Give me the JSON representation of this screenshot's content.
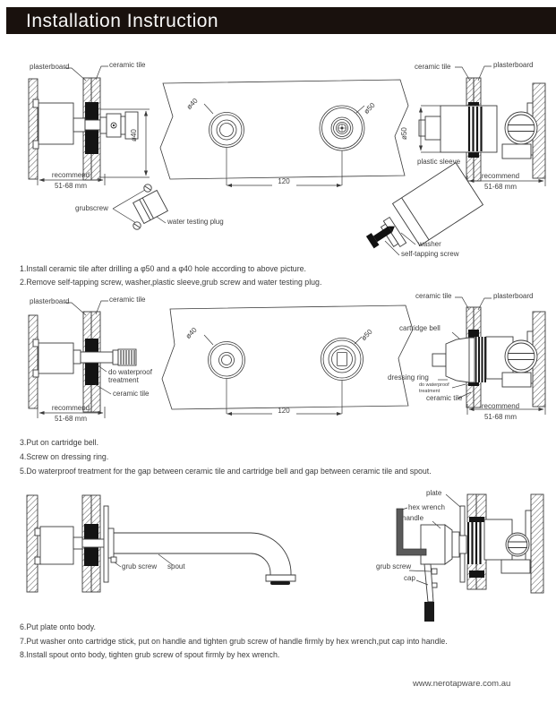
{
  "header": {
    "title": "Installation Instruction"
  },
  "colors": {
    "header_bg": "#19110d",
    "header_text": "#f7f7f7",
    "line": "#3a3a3a",
    "label_text": "#3e3e3e",
    "body_text": "#3b3b3b",
    "waterproof_fill": "#141414"
  },
  "step1": {
    "left": {
      "plasterboard": "plasterboard",
      "ceramic_tile": "ceramic tile",
      "dia40": "ø40",
      "recommend": "recommend",
      "range": "51-68 mm",
      "grubscrew": "grubscrew",
      "water_testing_plug": "water testing plug"
    },
    "panel": {
      "dia40": "ø40",
      "dia50": "ø50",
      "distance": "120"
    },
    "right": {
      "ceramic_tile": "ceramic tile",
      "plasterboard": "plasterboard",
      "dia50": "ø50",
      "plastic_sleeve": "plastic sleeve",
      "recommend": "recommend",
      "range": "51-68 mm",
      "washer": "washer",
      "self_tapping_screw": "self-tapping screw"
    }
  },
  "step2": {
    "left": {
      "plasterboard": "plasterboard",
      "ceramic_tile": "ceramic tile",
      "waterproof1": "do waterproof",
      "waterproof2": "treatment",
      "ceramic_tile2": "ceramic tile",
      "recommend": "recommend",
      "range": "51-68 mm"
    },
    "panel": {
      "dia40": "ø40",
      "dia50": "ø50",
      "distance": "120"
    },
    "right": {
      "ceramic_tile": "ceramic tile",
      "plasterboard": "plasterboard",
      "cartridge_bell": "cartridge bell",
      "dressing_ring": "dressing ring",
      "waterproof1": "do waterproof",
      "waterproof2": "treatment",
      "ceramic_tile2": "ceramic tile",
      "recommend": "recommend",
      "range": "51-68 mm"
    }
  },
  "step3": {
    "left": {
      "grub_screw": "grub screw",
      "spout": "spout"
    },
    "right": {
      "plate": "plate",
      "hex_wrench": "hex wrench",
      "handle": "handle",
      "grub_screw": "grub screw",
      "cap": "cap"
    }
  },
  "instructions": {
    "group1": [
      "1.Install ceramic tile after drilling a φ50 and a φ40 hole according to above picture.",
      "2.Remove self-tapping screw, washer,plastic sleeve,grub screw and water testing plug."
    ],
    "group2": [
      "3.Put on cartridge bell.",
      "4.Screw on dressing ring.",
      "5.Do waterproof treatment for the gap between ceramic tile and cartridge bell and gap between ceramic tile and spout."
    ],
    "group3": [
      "6.Put plate onto body.",
      "7.Put washer onto cartridge stick, put on handle and tighten grub screw of handle firmly by hex wrench,put cap into handle.",
      "8.Install spout onto body, tighten grub screw of spout firmly by hex wrench."
    ]
  },
  "footer": {
    "website": "www.nerotapware.com.au"
  }
}
